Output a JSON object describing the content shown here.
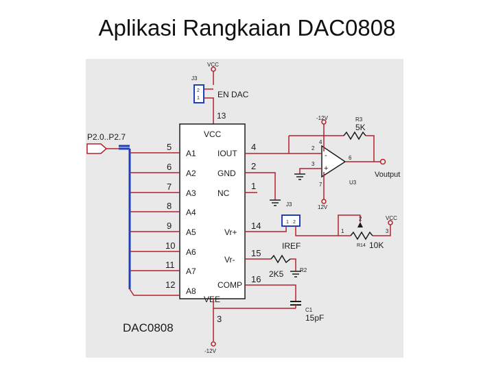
{
  "slide": {
    "title": "Aplikasi Rangkaian DAC0808"
  },
  "schematic": {
    "top_rail": "VCC",
    "jumper_top": {
      "ref": "J3",
      "pins": [
        "2",
        "1"
      ],
      "net_label": "EN DAC",
      "pin": "13"
    },
    "bus_label": "P2.0..P2.7",
    "ic": {
      "name": "DAC0808",
      "left_pin_numbers": [
        "5",
        "6",
        "7",
        "8",
        "9",
        "10",
        "11",
        "12"
      ],
      "left_pin_names": [
        "A1",
        "A2",
        "A3",
        "A4",
        "A5",
        "A6",
        "A7",
        "A8"
      ],
      "top_pin_name": "VCC",
      "bottom_pin_name": "VEE",
      "bottom_pin_number": "3",
      "right_pins": [
        {
          "name": "IOUT",
          "number": "4"
        },
        {
          "name": "GND",
          "number": "2"
        },
        {
          "name": "NC",
          "number": "1"
        },
        {
          "name": "Vr+",
          "number": "14"
        },
        {
          "name": "Vr-",
          "number": "15"
        },
        {
          "name": "COMP",
          "number": "16"
        }
      ]
    },
    "opamp": {
      "ref": "U3",
      "top_supply": "-12V",
      "bottom_supply": "12V",
      "pin_top": "4",
      "pin_bottom": "7",
      "pin_inv": "2",
      "pin_noninv": "3",
      "pin_out": "6",
      "inv_sign": "-",
      "noninv_sign": "+"
    },
    "feedback_resistor": {
      "ref": "R3",
      "value": "5K"
    },
    "output_label": "Voutput",
    "jumper_ref": {
      "ref": "J3",
      "pins": [
        "1",
        "2"
      ],
      "net_label": "IREF"
    },
    "pot": {
      "ref": "R14",
      "value": "10K",
      "pins": [
        "1",
        "2",
        "3"
      ],
      "rail": "VCC"
    },
    "resistor_r2": {
      "ref": "R2",
      "value": "2K5"
    },
    "capacitor": {
      "ref": "C1",
      "value": "15pF"
    },
    "bottom_rail": "-12V"
  },
  "colors": {
    "background": "#e9e9e9",
    "wire_red": "#b3202a",
    "bus_blue": "#1d3fb8",
    "trace_purple": "#7a4b8c",
    "component_dark": "#1a1a1a"
  }
}
